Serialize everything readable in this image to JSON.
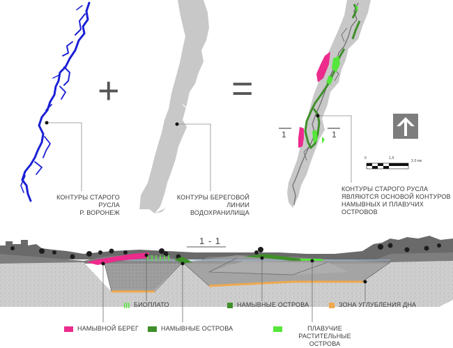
{
  "panels": {
    "left_caption": [
      "КОНТУРЫ СТАРОГО РУСЛА",
      "Р. ВОРОНЕЖ"
    ],
    "middle_caption": [
      "КОНТУРЫ БЕРЕГОВОЙ",
      "ЛИНИИ ВОДОХРАНИЛИЩА"
    ],
    "right_caption": [
      "КОНТУРЫ СТАРОГО РУСЛА",
      "ЯВЛЯЮТСЯ ОСНОВОЙ КОНТУРОВ",
      "НАМЫВНЫХ И ПЛАВУЧИХ ОСТРОВОВ"
    ],
    "plus_symbol": "+",
    "equals_symbol": "=",
    "section_mark_left": "1",
    "section_mark_right": "1"
  },
  "scale_bar": {
    "label_start": "0",
    "label_mid": "1,5",
    "label_end": "3,0 км"
  },
  "section": {
    "title": "1 - 1"
  },
  "legend": {
    "bioplato": "БИОПЛАТО",
    "namyvnye_ostrova_top": "НАМЫВНЫЕ ОСТРОВА",
    "zona_uglubleniya": "ЗОНА УГЛУБЛЕНИЯ ДНА",
    "namyvnoy_bereg": "НАМЫВНОЙ  БЕРЕГ",
    "namyvnye_ostrova_bottom": "НАМЫВНЫЕ ОСТРОВА",
    "plavuchie": [
      "ПЛАВУЧИЕ РАСТИТЕЛЬНЫЕ",
      "ОСТРОВА"
    ]
  },
  "colors": {
    "river_blue": "#1a1fd6",
    "reservoir_grey": "#c8c8c8",
    "magenta": "#ec2b8c",
    "dark_green": "#3f8f2a",
    "light_green": "#55e63a",
    "orange": "#f0a94d"
  },
  "icons": {
    "north_arrow": "arrow-up-icon"
  }
}
